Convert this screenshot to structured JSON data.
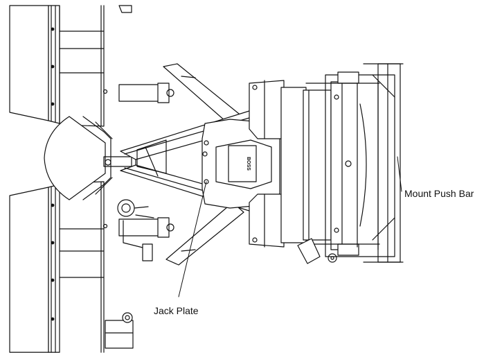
{
  "callouts": {
    "mount_push_bar": "Mount Push Bar",
    "jack_plate": "Jack Plate"
  },
  "decal_text": "BOSS",
  "colors": {
    "line": "#111111",
    "background": "#ffffff"
  }
}
